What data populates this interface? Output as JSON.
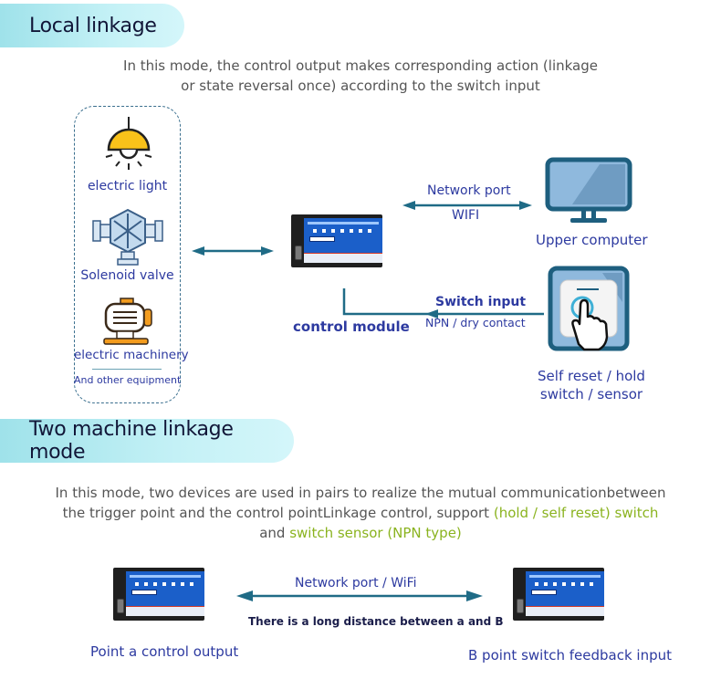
{
  "section1": {
    "title": "Local linkage",
    "description_lines": [
      "In this mode, the control output makes corresponding action (linkage",
      "or state reversal once) according to the switch input"
    ],
    "equipment": [
      {
        "label": "electric light",
        "icon": "pendant-lamp-icon"
      },
      {
        "label": "Solenoid valve",
        "icon": "solenoid-valve-icon"
      },
      {
        "label": "electric machinery",
        "icon": "electric-motor-icon"
      }
    ],
    "equipment_footer": "And other equipment",
    "control_module_label": "control module",
    "network_link": {
      "line1": "Network port",
      "line2": "WIFI"
    },
    "upper_computer_label": "Upper computer",
    "switch_link": {
      "line1": "Switch input",
      "line2": "NPN / dry contact"
    },
    "switch_label_lines": [
      "Self reset / hold",
      "switch / sensor"
    ]
  },
  "section2": {
    "title": "Two machine linkage mode",
    "description": {
      "line1": "In this mode, two devices are used in pairs to realize the mutual communicationbetween",
      "line2_plain": "the trigger point and the control pointLinkage control, support ",
      "line2_highlight": "(hold / self reset) switch",
      "line3_plain": "and ",
      "line3_highlight": "switch sensor (NPN type)"
    },
    "link_label": "Network port / WiFi",
    "distance_note": "There is a long distance between a and B",
    "point_a_label": "Point a control output",
    "point_b_label": "B point switch feedback input"
  },
  "colors": {
    "pill_start": "#9fe2ea",
    "pill_end": "#d4f6fa",
    "title_text": "#111638",
    "label_blue": "#2d3aa0",
    "arrow_teal": "#1f6b86",
    "highlight_green": "#8ab31f",
    "body_grey": "#555555"
  }
}
